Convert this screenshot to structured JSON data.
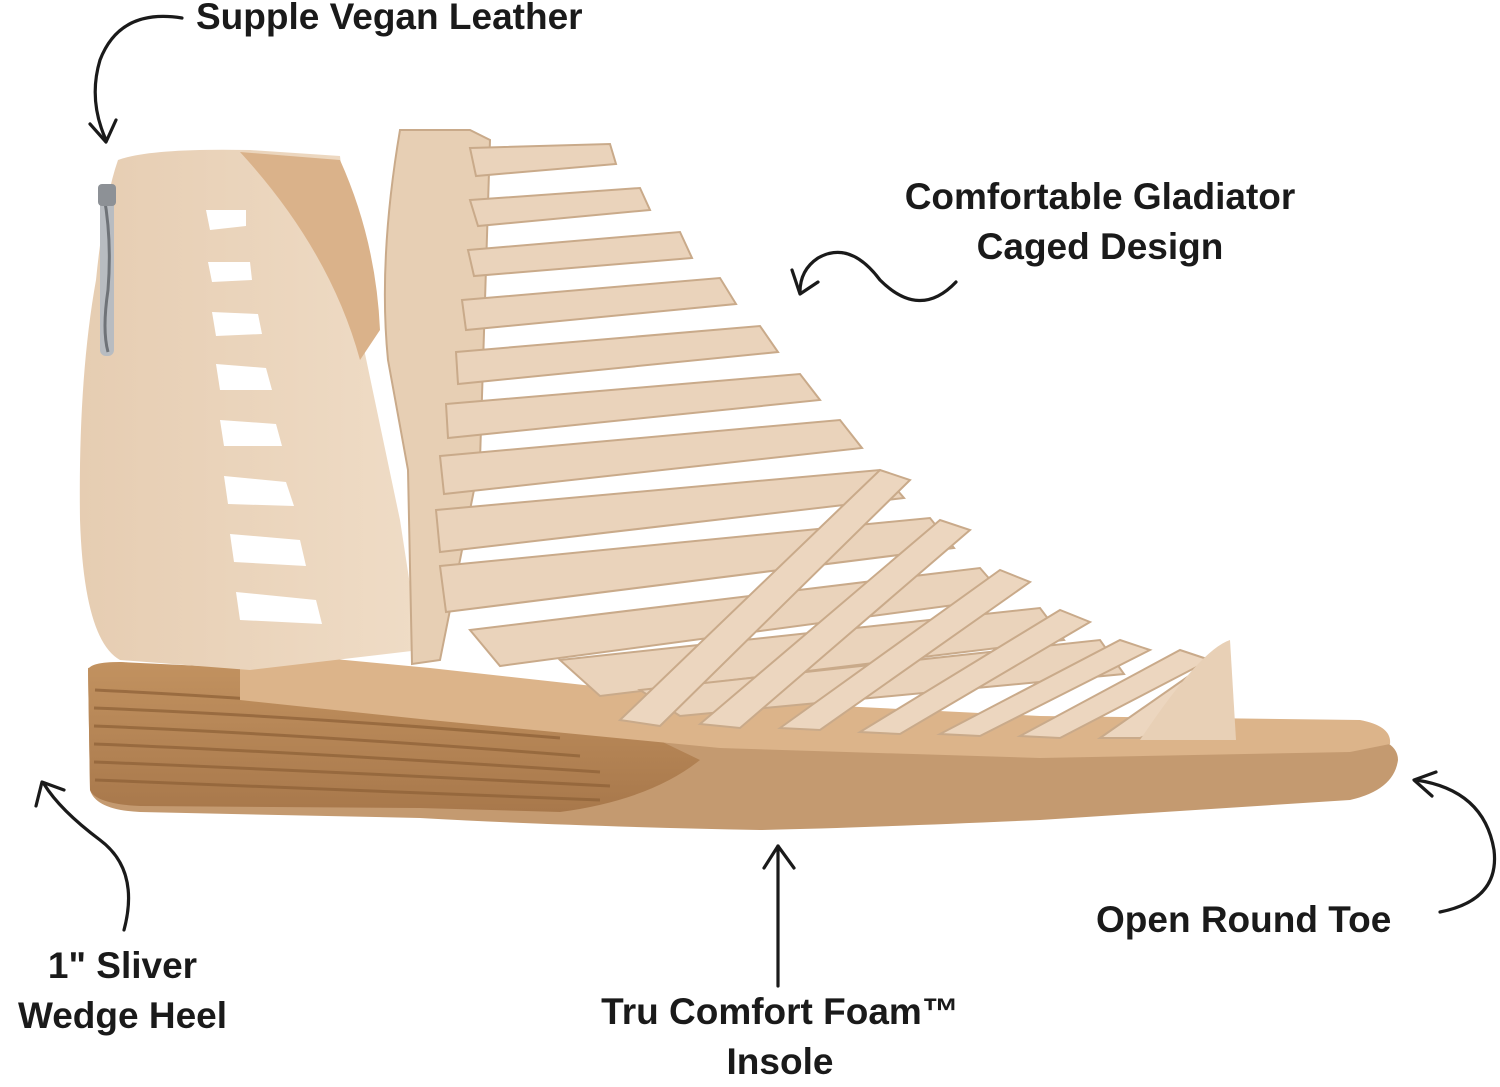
{
  "callouts": {
    "leather": {
      "line1": "Supple Vegan Leather"
    },
    "gladiator": {
      "line1": "Comfortable Gladiator",
      "line2": "Caged Design"
    },
    "wedge": {
      "line1": "1\" Sliver",
      "line2": "Wedge Heel"
    },
    "foam": {
      "line1": "Tru Comfort Foam™",
      "line2": "Insole"
    },
    "toe": {
      "line1": "Open Round Toe"
    }
  },
  "colors": {
    "upper": "#ead3bb",
    "upper_shadow": "#d4b79a",
    "lining": "#dfbb95",
    "wedge": "#b98758",
    "wedge_dark": "#8f6238",
    "sole": "#c0956b",
    "zipper": "#9fa3a8",
    "text": "#1a1a1a"
  }
}
